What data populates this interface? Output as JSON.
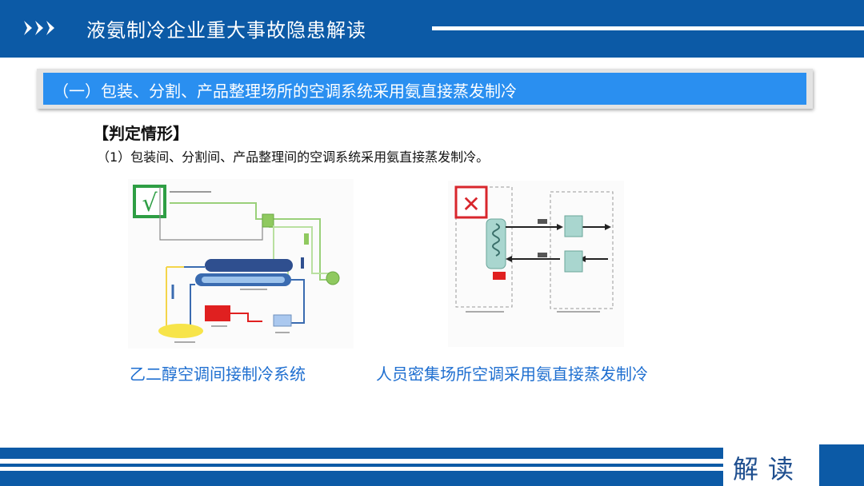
{
  "header": {
    "title": "液氨制冷企业重大事故隐患解读"
  },
  "section": {
    "title": "（一）包装、分割、产品整理场所的空调系统采用氨直接蒸发制冷"
  },
  "judgement": {
    "heading": "【判定情形】",
    "text": "（1）包装间、分割间、产品整理间的空调系统采用氨直接蒸发制冷。"
  },
  "figures": {
    "left": {
      "mark": "√",
      "caption": "乙二醇空调间接制冷系统"
    },
    "right": {
      "mark": "✕",
      "caption": "人员密集场所空调采用氨直接蒸发制冷"
    }
  },
  "footer": {
    "label": "解读"
  },
  "colors": {
    "primary": "#0c5aa6",
    "section_bar": "#2a8ff0",
    "caption": "#1f6fd0",
    "check": "#2e9e44",
    "cross": "#d8262c"
  }
}
